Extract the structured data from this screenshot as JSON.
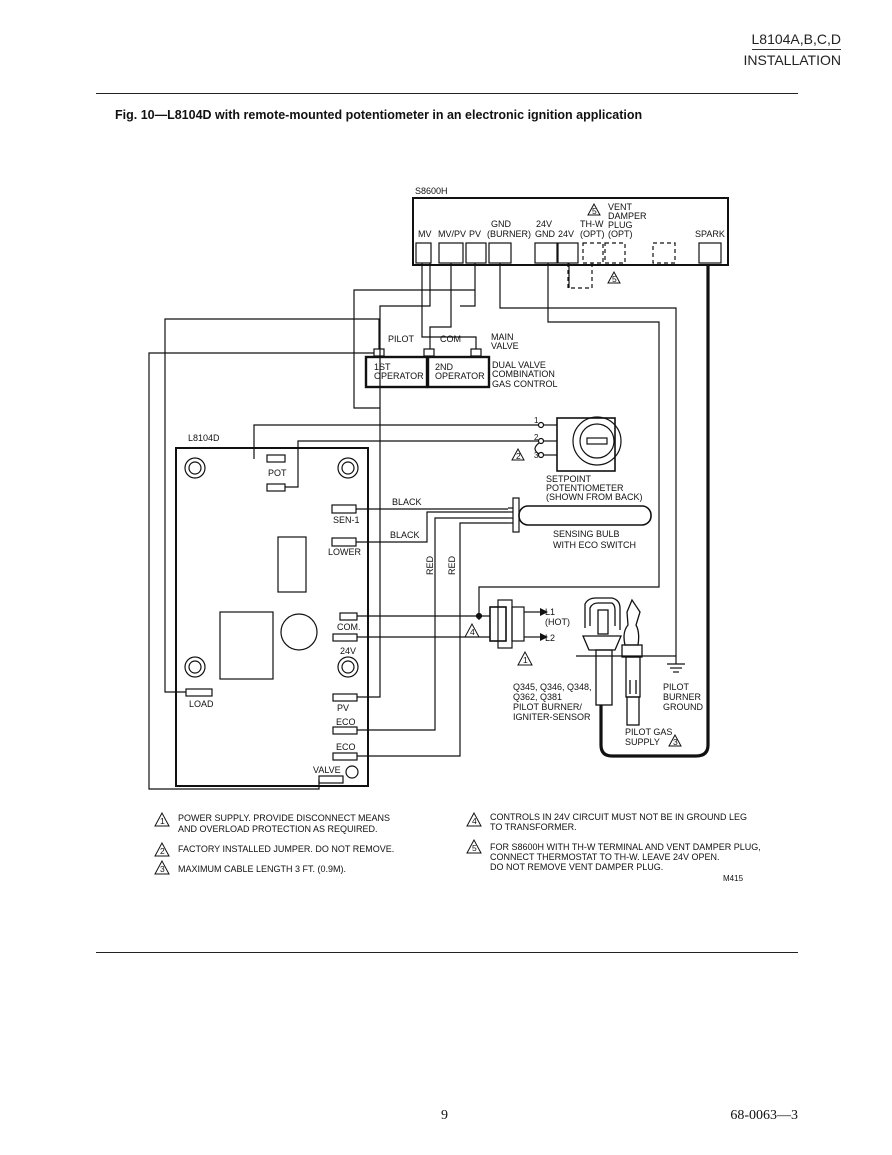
{
  "header": {
    "model": "L8104A,B,C,D",
    "section": "INSTALLATION"
  },
  "figure": {
    "caption": "Fig. 10—L8104D with remote-mounted potentiometer in an electronic ignition application",
    "code": "M415"
  },
  "s8600h": {
    "title": "S8600H",
    "terminals": [
      "MV",
      "MV/PV",
      "PV",
      "GND",
      "(BURNER)",
      "24V",
      "GND",
      "24V",
      "TH-W",
      "(OPT)",
      "SPARK"
    ],
    "vent_plug": [
      "VENT",
      "DAMPER",
      "PLUG",
      "(OPT)"
    ]
  },
  "gas_control": {
    "pilot": "PILOT",
    "com": "COM",
    "main_valve": [
      "MAIN",
      "VALVE"
    ],
    "op1": [
      "1ST",
      "OPERATOR"
    ],
    "op2": [
      "2ND",
      "OPERATOR"
    ],
    "label": [
      "DUAL VALVE",
      "COMBINATION",
      "GAS CONTROL"
    ]
  },
  "l8104d": {
    "title": "L8104D",
    "terminals": [
      "POT",
      "SEN-1",
      "LOWER",
      "COM.",
      "24V",
      "LOAD",
      "PV",
      "ECO",
      "ECO",
      "VALVE"
    ]
  },
  "potentiometer": {
    "pins": [
      "1",
      "2",
      "3"
    ],
    "label": [
      "SETPOINT",
      "POTENTIOMETER",
      "(SHOWN FROM BACK)"
    ]
  },
  "wires": {
    "black1": "BLACK",
    "black2": "BLACK",
    "red1": "RED",
    "red2": "RED"
  },
  "bulb": {
    "label": [
      "SENSING BULB",
      "WITH ECO SWITCH"
    ]
  },
  "power": {
    "l1": [
      "L1",
      "(HOT)"
    ],
    "l2": "L2"
  },
  "pilot_burner": {
    "label": [
      "Q345, Q346, Q348,",
      "Q362, Q381",
      "PILOT BURNER/",
      "IGNITER-SENSOR"
    ],
    "ground": [
      "PILOT",
      "BURNER",
      "GROUND"
    ],
    "gas_supply": [
      "PILOT GAS",
      "SUPPLY"
    ]
  },
  "notes": [
    {
      "num": "1",
      "lines": [
        "POWER SUPPLY. PROVIDE DISCONNECT MEANS",
        "AND OVERLOAD PROTECTION AS REQUIRED."
      ]
    },
    {
      "num": "2",
      "lines": [
        "FACTORY INSTALLED JUMPER. DO NOT REMOVE."
      ]
    },
    {
      "num": "3",
      "lines": [
        "MAXIMUM CABLE LENGTH 3 FT. (0.9M)."
      ]
    },
    {
      "num": "4",
      "lines": [
        "CONTROLS IN 24V CIRCUIT MUST NOT BE IN GROUND LEG",
        "TO TRANSFORMER."
      ]
    },
    {
      "num": "5",
      "lines": [
        "FOR S8600H WITH TH-W TERMINAL AND VENT DAMPER PLUG,",
        "CONNECT THERMOSTAT TO TH-W. LEAVE 24V OPEN.",
        "DO NOT REMOVE VENT DAMPER PLUG."
      ]
    }
  ],
  "footer": {
    "page": "9",
    "doc": "68-0063—3"
  }
}
